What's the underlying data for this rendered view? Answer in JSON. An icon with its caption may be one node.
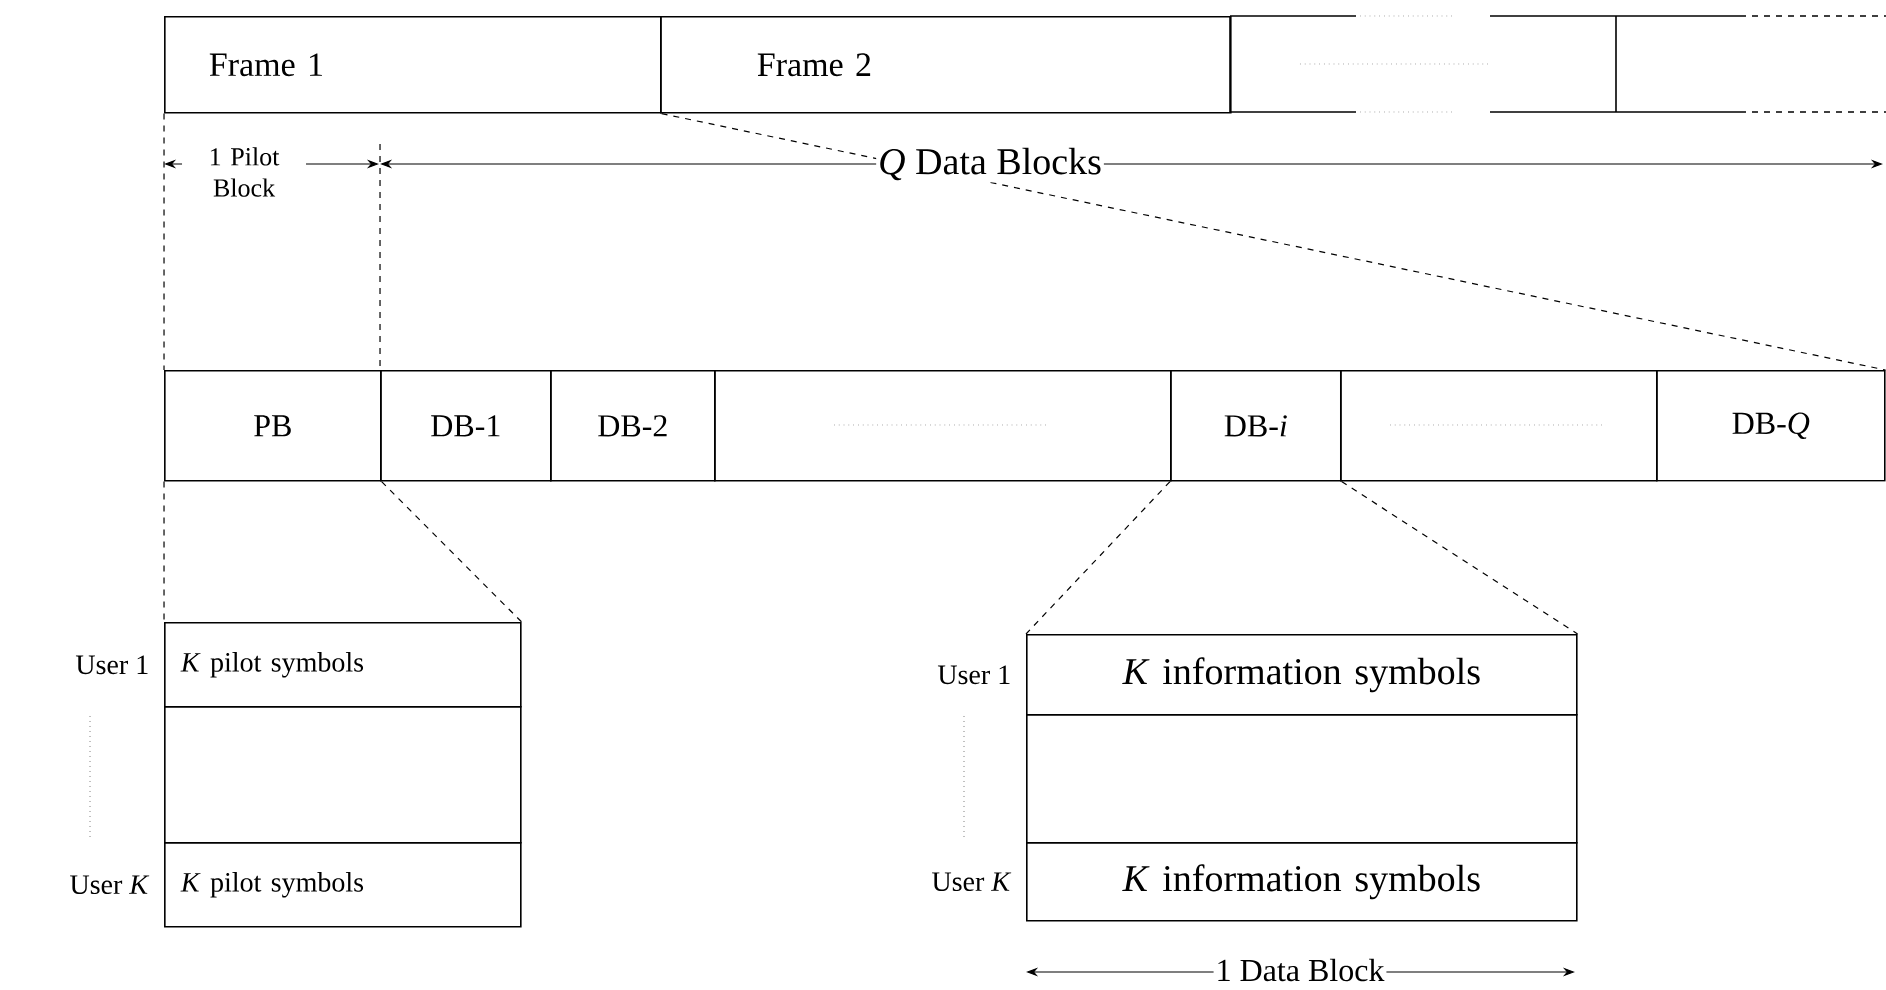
{
  "diagram": {
    "nodes": [
      {
        "text": [
          "Frame 1"
        ]
      },
      {
        "text": [
          "Frame 2"
        ]
      },
      {
        "text": [],
        "shape": "box"
      },
      {
        "text": [],
        "shape": "box"
      },
      {
        "text": [
          "PB"
        ]
      },
      {
        "text": [
          "DB-1"
        ]
      },
      {
        "text": [
          "DB-2"
        ]
      },
      {
        "text": [],
        "shape": "box"
      },
      {
        "text": [
          "DB-*i*"
        ]
      },
      {
        "text": [],
        "shape": "box"
      },
      {
        "text": [
          "DB-*Q*"
        ]
      },
      {
        "text": [
          "*K* pilot symbols"
        ],
        "beside": [
          "User 1"
        ]
      },
      {
        "text": [],
        "shape": "box"
      },
      {
        "text": [
          "*K* pilot symbols"
        ],
        "beside": [
          "User *K*"
        ]
      },
      {
        "text": [
          "*K* information symbols"
        ],
        "beside": [
          "User 1"
        ]
      },
      {
        "text": [],
        "shape": "box"
      },
      {
        "text": [
          "*K* information symbols"
        ],
        "beside": [
          "User *K*"
        ]
      }
    ],
    "edges": [
      {
        "from": 0,
        "to": 4,
        "arrow": "none",
        "style": "dashed"
      },
      {
        "from": 0,
        "to": 10,
        "arrow": "none",
        "style": "dashed"
      },
      {
        "from": 4,
        "to": 11,
        "arrow": "none",
        "style": "dashed"
      },
      {
        "from": 4,
        "to": 11,
        "arrow": "none",
        "style": "dashed"
      },
      {
        "from": 8,
        "to": 14,
        "arrow": "none",
        "style": "dashed"
      },
      {
        "from": 8,
        "to": 14,
        "arrow": "none",
        "style": "dashed"
      }
    ],
    "labels": [
      "1 Pilot Block",
      "*Q* Data Blocks",
      "1 Data Block"
    ]
  }
}
